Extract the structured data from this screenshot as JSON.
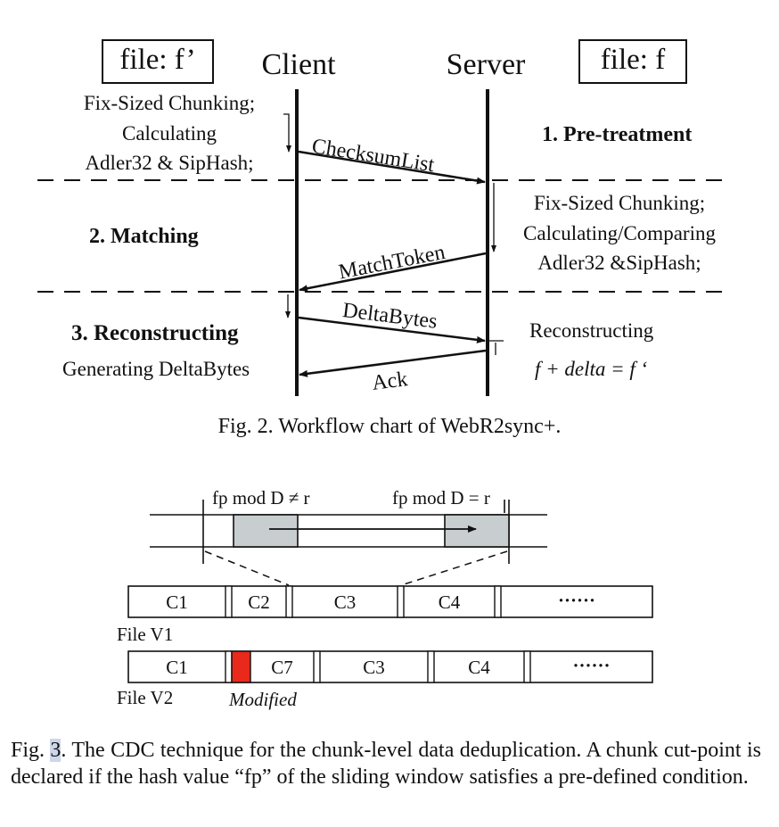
{
  "fig2": {
    "file_left": "file: f’",
    "file_right": "file: f",
    "client": "Client",
    "server": "Server",
    "left_note1": "Fix-Sized Chunking;",
    "left_note2": "Calculating",
    "left_note3": "Adler32 & SipHash;",
    "phase1": "1. Pre-treatment",
    "msg_checksum": "ChecksumList",
    "right_note1": "Fix-Sized Chunking;",
    "right_note2": "Calculating/Comparing",
    "right_note3": "Adler32 &SipHash;",
    "phase2": "2. Matching",
    "msg_match": "MatchToken",
    "phase3": "3. Reconstructing",
    "left_gen": "Generating DeltaBytes",
    "msg_delta": "DeltaBytes",
    "msg_ack": "Ack",
    "right_recon": "Reconstructing",
    "right_formula": "f + delta =  f ‘",
    "caption": "Fig. 2.  Workflow chart of WebR2sync+."
  },
  "fig3": {
    "cond_neq": "fp mod D ≠ r",
    "cond_eq": "fp mod D = r",
    "v1_chunks": [
      "C1",
      "C2",
      "C3",
      "C4",
      "······"
    ],
    "v2_chunks": [
      "C1",
      "C7",
      "C3",
      "C4",
      "······"
    ],
    "file_v1": "File V1",
    "file_v2": "File V2",
    "modified": "Modified",
    "caption_prefix": "Fig. ",
    "caption_num": "3",
    "caption_rest": ".  The CDC technique for the chunk-level data deduplication. A chunk cut-point is declared if the hash value “fp” of the sliding window satisfies a pre-defined condition.",
    "modified_color": "#e8291c",
    "window_color": "#c8cdd0"
  }
}
